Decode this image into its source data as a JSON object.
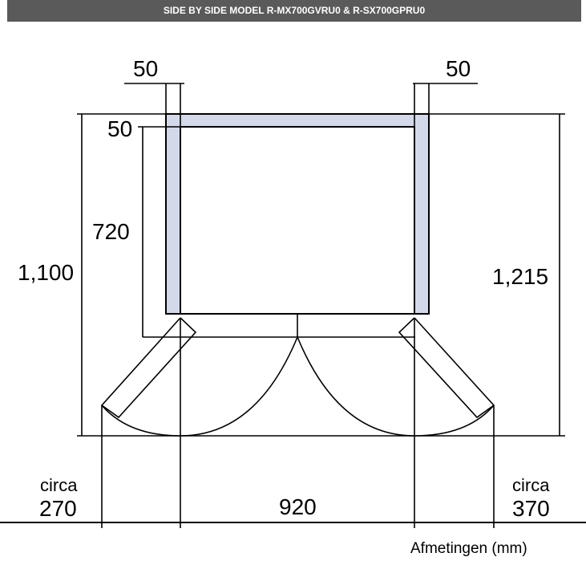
{
  "title": "SIDE BY SIDE MODEL  R-MX700GVRU0  &  R-SX700GPRU0",
  "labels": {
    "top_left_50": "50",
    "top_right_50": "50",
    "inner_50": "50",
    "depth_720": "720",
    "depth_1100": "1,100",
    "depth_1215": "1,215",
    "circa_left_word": "circa",
    "circa_left_value": "270",
    "circa_right_word": "circa",
    "circa_right_value": "370",
    "width_920": "920",
    "units_note": "Afmetingen (mm)"
  },
  "colors": {
    "fridge_fill": "#d3d9e8",
    "title_bg": "#5a5a5a",
    "line": "#000000"
  }
}
